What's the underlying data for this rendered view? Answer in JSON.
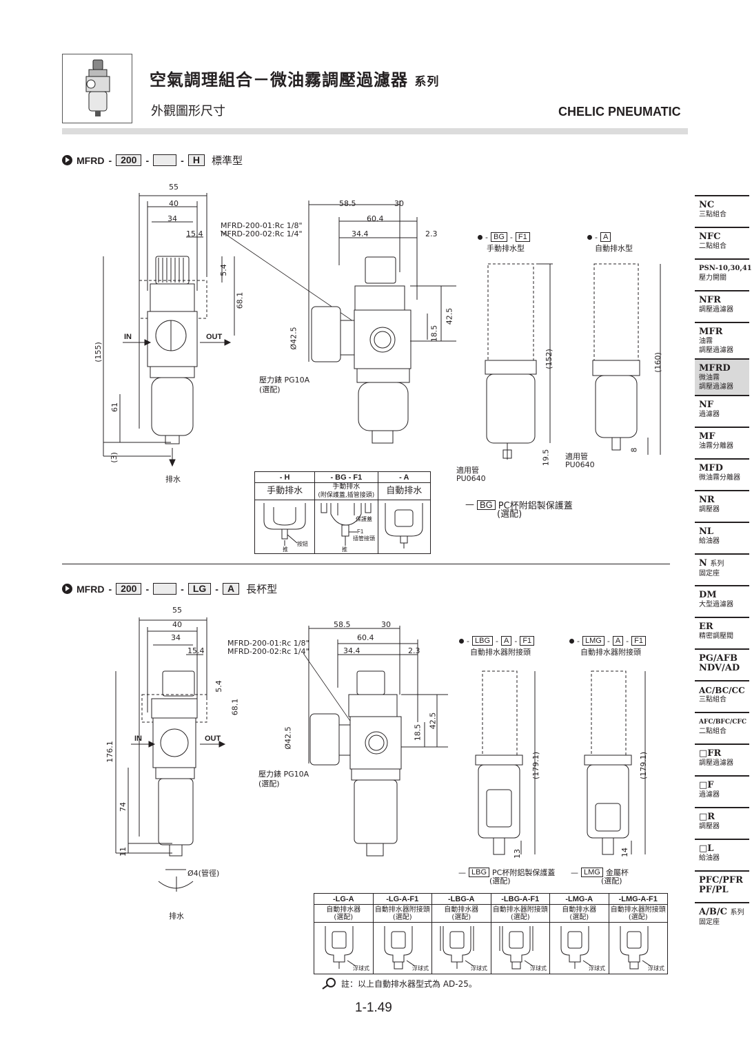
{
  "header": {
    "title": "空氣調理組合－微油霧調壓過濾器",
    "title_suffix": "系列",
    "subtitle": "外觀圖形尺寸",
    "brand": "CHELIC PNEUMATIC"
  },
  "section1": {
    "model_prefix": "MFRD",
    "sep": "-",
    "size": "200",
    "option": "H",
    "type_name": "標準型",
    "dims": {
      "d55": "55",
      "d40": "40",
      "d34": "34",
      "d15_4": "15.4",
      "d58_5": "58.5",
      "d30": "30",
      "d60_4": "60.4",
      "d34_4": "34.4",
      "d2_3": "2.3",
      "d5_4": "5.4",
      "d68_1": "68.1",
      "d155": "(155)",
      "d61": "61",
      "d3": "(3)",
      "d42_5": "42.5",
      "d18_5": "18.5",
      "dphi42_5": "Ø42.5",
      "d152": "(152)",
      "d160": "(160)",
      "d19_5": "19.5",
      "d8": "8"
    },
    "port_in": "IN",
    "port_out": "OUT",
    "drain": "排水",
    "port_spec1": "MFRD-200-01:Rc 1/8\"",
    "port_spec2": "MFRD-200-02:Rc 1/4\"",
    "gauge": "壓力錶 PG10A",
    "gauge_opt": "(選配)",
    "opt_bg": {
      "a": "BG",
      "b": "F1",
      "caption": "手動排水型"
    },
    "opt_a": {
      "a": "A",
      "caption": "自動排水型"
    },
    "tube1": "適用管",
    "tube2": "PU0640",
    "bg_note": "PC杯附鋁製保護蓋",
    "bg_note_code": "BG",
    "bg_note_opt": "(選配)",
    "table": {
      "headers": [
        "- H",
        "- BG - F1",
        "- A"
      ],
      "mains": [
        "手動排水",
        "手動排水",
        "自動排水"
      ],
      "sub": "(附保護蓋,插管接頭)",
      "labels": {
        "button": "按鈕",
        "push": "推",
        "guard": "保護蓋",
        "f1": "F1",
        "fitting": "插管接頭"
      }
    }
  },
  "section2": {
    "model_prefix": "MFRD",
    "sep": "-",
    "size": "200",
    "option": "LG",
    "option2": "A",
    "type_name": "長杯型",
    "dims": {
      "d55": "55",
      "d40": "40",
      "d34": "34",
      "d15_4": "15.4",
      "d58_5": "58.5",
      "d30": "30",
      "d60_4": "60.4",
      "d34_4": "34.4",
      "d2_3": "2.3",
      "d5_4": "5.4",
      "d68_1": "68.1",
      "d176_1": "176.1",
      "d74": "74",
      "d11": "11",
      "d42_5": "42.5",
      "d18_5": "18.5",
      "dphi42_5": "Ø42.5",
      "d179_1a": "(179.1)",
      "d179_1b": "(179.1)",
      "d13": "13",
      "d14": "14"
    },
    "port_in": "IN",
    "port_out": "OUT",
    "drain": "排水",
    "tube_size": "Ø4(管徑)",
    "port_spec1": "MFRD-200-01:Rc 1/8\"",
    "port_spec2": "MFRD-200-02:Rc 1/4\"",
    "gauge": "壓力錶 PG10A",
    "gauge_opt": "(選配)",
    "opt_lbg": {
      "a": "LBG",
      "b": "A",
      "c": "F1",
      "caption": "自動排水器附接頭"
    },
    "opt_lmg": {
      "a": "LMG",
      "b": "A",
      "c": "F1",
      "caption": "自動排水器附接頭"
    },
    "lbg_note_code": "LBG",
    "lbg_note": "PC杯附鋁製保護蓋",
    "lmg_note_code": "LMG",
    "lmg_note": "金屬杯",
    "opt_note": "(選配)",
    "table": {
      "headers": [
        "-LG-A",
        "-LG-A-F1",
        "-LBG-A",
        "-LBG-A-F1",
        "-LMG-A",
        "-LMG-A-F1"
      ],
      "mains": [
        "自動排水器",
        "自動排水器附接頭",
        "自動排水器",
        "自動排水器附接頭",
        "自動排水器",
        "自動排水器附接頭"
      ],
      "opt": "(選配)",
      "float": "浮球式"
    }
  },
  "note": "註：以上自動排水器型式為 AD-25。",
  "page_number": "1-1.49",
  "sidebar": [
    {
      "code": "NC",
      "name": "三點組合"
    },
    {
      "code": "NFC",
      "name": "二點組合"
    },
    {
      "code": "PSN-10,30,41",
      "name": "壓力開關"
    },
    {
      "code": "NFR",
      "name": "調壓過濾器"
    },
    {
      "code": "MFR",
      "name": "油霧",
      "name2": "調壓過濾器"
    },
    {
      "code": "MFRD",
      "name": "微油霧",
      "name2": "調壓過濾器"
    },
    {
      "code": "NF",
      "name": "過濾器"
    },
    {
      "code": "MF",
      "name": "油霧分離器"
    },
    {
      "code": "MFD",
      "name": "微油霧分離器"
    },
    {
      "code": "NR",
      "name": "調壓器"
    },
    {
      "code": "NL",
      "name": "給油器"
    },
    {
      "code": "N",
      "code_suffix": "系列",
      "name": "固定座"
    },
    {
      "code": "DM",
      "name": "大型過濾器"
    },
    {
      "code": "ER",
      "name": "精密調壓閥"
    },
    {
      "code": "PG/AFB",
      "name": "NDV/AD"
    },
    {
      "code": "AC/BC/CC",
      "name": "三點組合"
    },
    {
      "code": "AFC/BFC/CFC",
      "name": "二點組合"
    },
    {
      "code": "□FR",
      "name": "調壓過濾器"
    },
    {
      "code": "□F",
      "name": "過濾器"
    },
    {
      "code": "□R",
      "name": "調壓器"
    },
    {
      "code": "□L",
      "name": "給油器"
    },
    {
      "code": "PFC/PFR",
      "name": "PF/PL"
    },
    {
      "code": "A/B/C",
      "code_suffix": "系列",
      "name": "固定座"
    }
  ],
  "colors": {
    "ink": "#231f20",
    "header_bar": "#dcdcdc",
    "active_side": "#d9d9d9"
  }
}
